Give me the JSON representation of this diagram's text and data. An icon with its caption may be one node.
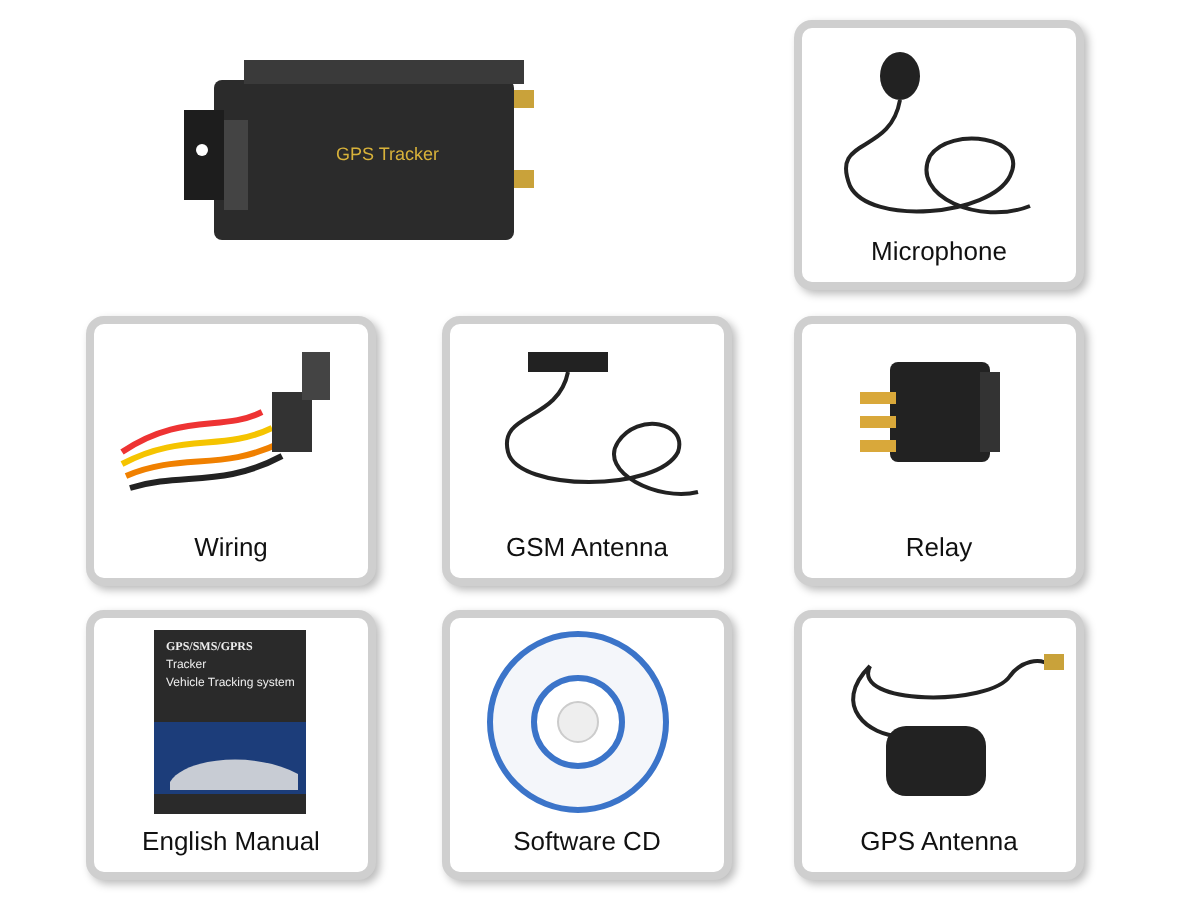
{
  "diagram": {
    "nodes": [
      {
        "text": [
          "Microphone"
        ]
      },
      {
        "text": [
          "Wiring"
        ]
      },
      {
        "text": [
          "GSM Antenna"
        ]
      },
      {
        "text": [
          "Relay"
        ]
      },
      {
        "text": [
          "English Manual"
        ]
      },
      {
        "text": [
          "Software CD"
        ]
      },
      {
        "text": [
          "GPS Antenna"
        ]
      }
    ],
    "labels": [
      "GPS Tracker",
      "GPS/SMS/GPRS",
      "Tracker",
      "Vehicle Tracking system"
    ]
  }
}
